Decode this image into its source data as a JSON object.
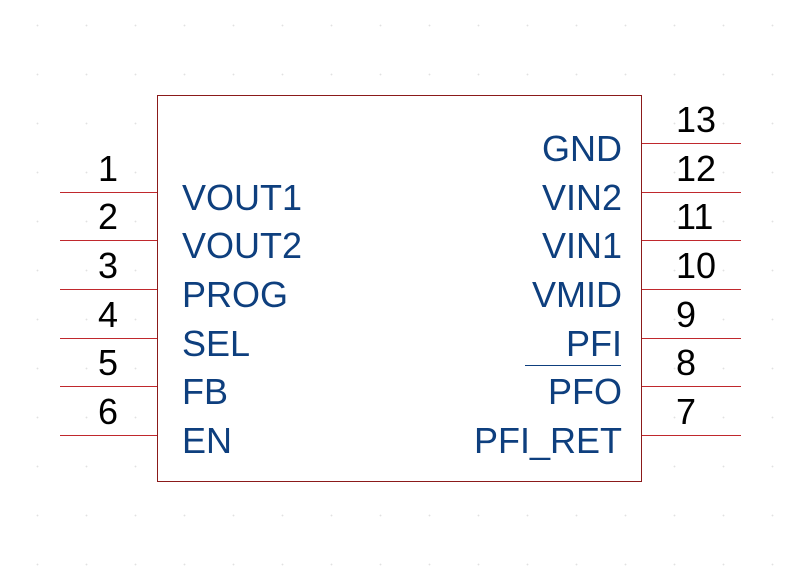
{
  "component": {
    "pins_left": [
      {
        "number": "1",
        "label": "VOUT1"
      },
      {
        "number": "2",
        "label": "VOUT2"
      },
      {
        "number": "3",
        "label": "PROG"
      },
      {
        "number": "4",
        "label": "SEL"
      },
      {
        "number": "5",
        "label": "FB"
      },
      {
        "number": "6",
        "label": "EN"
      }
    ],
    "pins_right": [
      {
        "number": "13",
        "label": "GND"
      },
      {
        "number": "12",
        "label": "VIN2"
      },
      {
        "number": "11",
        "label": "VIN1"
      },
      {
        "number": "10",
        "label": "VMID"
      },
      {
        "number": "9",
        "label": "PFI"
      },
      {
        "number": "8",
        "label": "PFO",
        "active_low": true
      },
      {
        "number": "7",
        "label": "PFI_RET"
      }
    ]
  },
  "colors": {
    "body_outline": "#8b1a1a",
    "pin_line": "#c0282d",
    "pin_label": "#0e3f7e",
    "pin_number": "#000000",
    "grid_dot": "#c9c9c9"
  }
}
